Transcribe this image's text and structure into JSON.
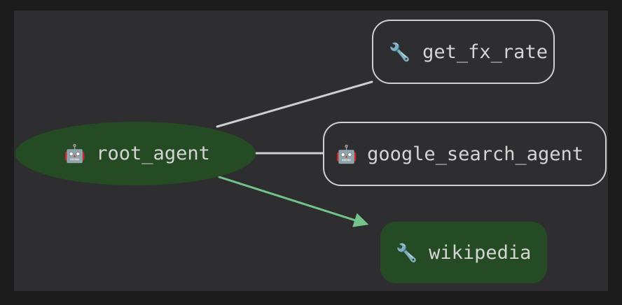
{
  "canvas": {
    "background_color": "#2e2e30",
    "frame_color": "#1c1c1c"
  },
  "graph": {
    "title": "",
    "nodes": [
      {
        "id": "root_agent",
        "label": "root_agent",
        "icon": "robot-icon",
        "icon_glyph": "🤖",
        "shape": "ellipse",
        "fill_color": "#254b25",
        "border_color": "none",
        "text_color": "#d4d4d4"
      },
      {
        "id": "get_fx_rate",
        "label": "get_fx_rate",
        "icon": "wrench-icon",
        "icon_glyph": "🔧",
        "shape": "rounded-rect",
        "fill_color": "none",
        "border_color": "#cfcfcf",
        "text_color": "#d4d4d4"
      },
      {
        "id": "google_search_agent",
        "label": "google_search_agent",
        "icon": "robot-icon",
        "icon_glyph": "🤖",
        "shape": "rounded-rect",
        "fill_color": "none",
        "border_color": "#cfcfcf",
        "text_color": "#d4d4d4"
      },
      {
        "id": "wikipedia",
        "label": "wikipedia",
        "icon": "wrench-icon",
        "icon_glyph": "🔧",
        "shape": "rounded-rect",
        "fill_color": "#254b25",
        "border_color": "none",
        "text_color": "#d4d4d4"
      }
    ],
    "edges": [
      {
        "from": "root_agent",
        "to": "get_fx_rate",
        "color": "#cfcfcf",
        "arrow": false
      },
      {
        "from": "root_agent",
        "to": "google_search_agent",
        "color": "#cfcfcf",
        "arrow": false
      },
      {
        "from": "root_agent",
        "to": "wikipedia",
        "color": "#74c38a",
        "arrow": true
      }
    ]
  }
}
